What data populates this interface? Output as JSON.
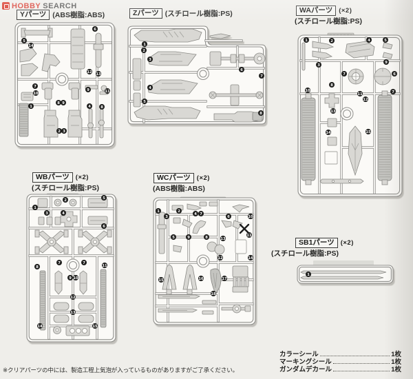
{
  "watermark": {
    "brand_left": "HOBBY",
    "brand_right": "SEARCH"
  },
  "runners": {
    "y": {
      "name": "Yパーツ",
      "qty": "",
      "material": "(ABS樹脂:ABS)",
      "callouts": [
        "5",
        "14",
        "6",
        "7",
        "10",
        "1",
        "8",
        "9",
        "2",
        "3",
        "4",
        "8",
        "11",
        "9",
        "12",
        "13"
      ]
    },
    "z": {
      "name": "Zパーツ",
      "qty": "",
      "material": "(スチロール樹脂:PS)",
      "callouts": [
        "1",
        "2",
        "3",
        "4",
        "5",
        "6",
        "7",
        "8"
      ]
    },
    "wa": {
      "name": "WAパーツ",
      "qty": "(×2)",
      "material": "(スチロール樹脂:PS)",
      "callouts": [
        "1",
        "2",
        "4",
        "5",
        "3",
        "8",
        "7",
        "9",
        "6",
        "10",
        "11",
        "12",
        "13",
        "7",
        "14",
        "15"
      ]
    },
    "wb": {
      "name": "WBパーツ",
      "qty": "(×2)",
      "material": "(スチロール樹脂:PS)",
      "callouts": [
        "1",
        "2",
        "3",
        "4",
        "5",
        "6",
        "7",
        "7",
        "8",
        "11",
        "9",
        "10",
        "12",
        "13",
        "14",
        "15"
      ]
    },
    "wc": {
      "name": "WCパーツ",
      "qty": "(×2)",
      "material": "(ABS樹脂:ABS)",
      "callouts": [
        "1",
        "2",
        "3",
        "4",
        "7",
        "6",
        "10",
        "5",
        "9",
        "8",
        "13",
        "11",
        "12",
        "14",
        "15",
        "16",
        "17",
        "18"
      ]
    },
    "sb1": {
      "name": "SB1パーツ",
      "qty": "(×2)",
      "material": "(スチロール樹脂:PS)",
      "callouts": [
        "1"
      ]
    }
  },
  "footnote": "※クリアパーツの中には、製造工程上気泡が入っているものがありますがご了承ください。",
  "included_sheets": [
    {
      "label": "カラーシール",
      "qty": "1枚"
    },
    {
      "label": "マーキングシール",
      "qty": "1枚"
    },
    {
      "label": "ガンダムデカール",
      "qty": "1枚"
    }
  ],
  "colors": {
    "brand_red": "#d93a2b",
    "paper": "#efeeea",
    "sprue_line": "#8f8f8c",
    "part_fill": "#d9d8d4",
    "dark_part_fill": "#c4c4c0",
    "callout_dot": "#1f1f1d"
  }
}
